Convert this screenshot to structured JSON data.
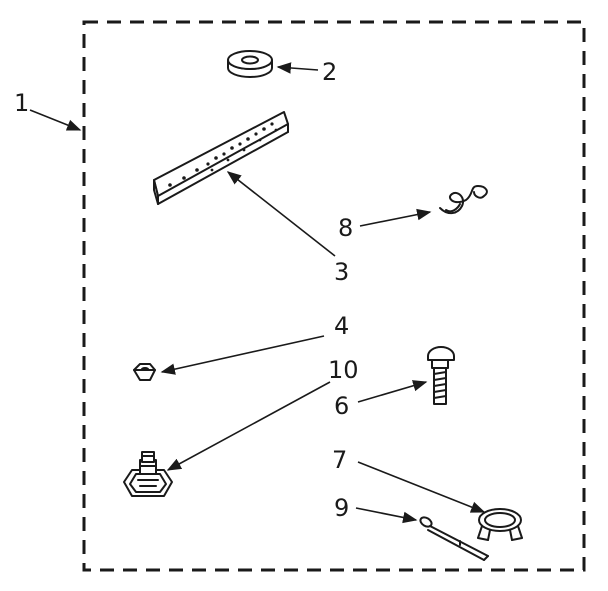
{
  "diagram": {
    "kit_label": "1",
    "parts": [
      {
        "id": "washer",
        "label": "2",
        "icon": "washer-icon"
      },
      {
        "id": "bracket",
        "label": "3",
        "icon": "bracket-plate-icon"
      },
      {
        "id": "nut",
        "label": "4",
        "icon": "hex-nut-icon"
      },
      {
        "id": "bolt",
        "label": "6",
        "icon": "carriage-bolt-icon"
      },
      {
        "id": "clamp",
        "label": "7",
        "icon": "hose-clamp-icon"
      },
      {
        "id": "wire-clip",
        "label": "8",
        "icon": "wire-clip-icon"
      },
      {
        "id": "cotter-pin",
        "label": "9",
        "icon": "cotter-pin-icon"
      },
      {
        "id": "leveling-foot",
        "label": "10",
        "icon": "leveling-foot-icon"
      }
    ]
  },
  "colors": {
    "line": "#1a1a1a",
    "background": "#ffffff"
  }
}
